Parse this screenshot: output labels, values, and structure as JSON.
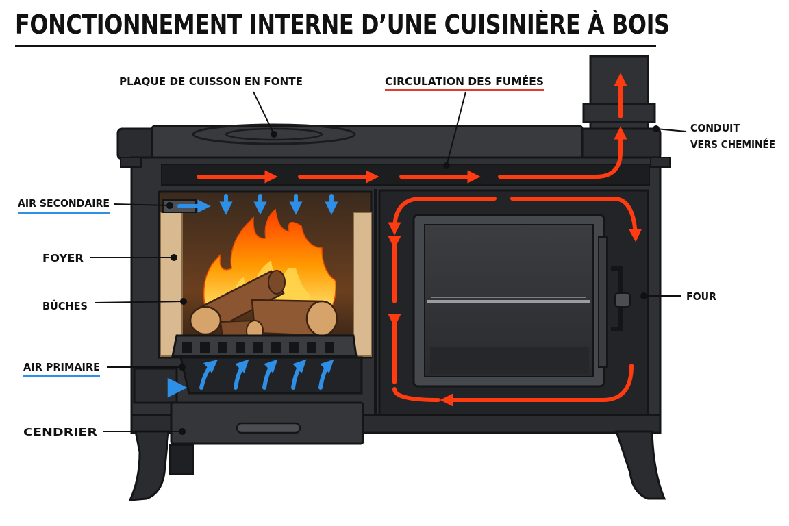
{
  "title": "FONCTIONNEMENT INTERNE D’UNE CUISINIÈRE À BOIS",
  "labels": {
    "cooktop": "PLAQUE DE CUISSON EN FONTE",
    "smoke": "CIRCULATION DES FUMÉES",
    "flue_line1": "CONDUIT",
    "flue_line2": "VERS CHEMINÉE",
    "secondary_air": "AIR SECONDAIRE",
    "firebox": "FOYER",
    "logs": "BÛCHES",
    "primary_air": "AIR PRIMAIRE",
    "ashpan": "CENDRIER",
    "oven": "FOUR"
  },
  "colors": {
    "stove_body": "#2f3134",
    "stove_dark": "#1c1d1f",
    "smoke_arrow": "#ff3b12",
    "air_arrow": "#2e8fe6",
    "underline_red": "#e53b2c",
    "underline_blue": "#2e8fe6",
    "firebrick": "#d9b98f",
    "flame": "#ff8a00"
  }
}
